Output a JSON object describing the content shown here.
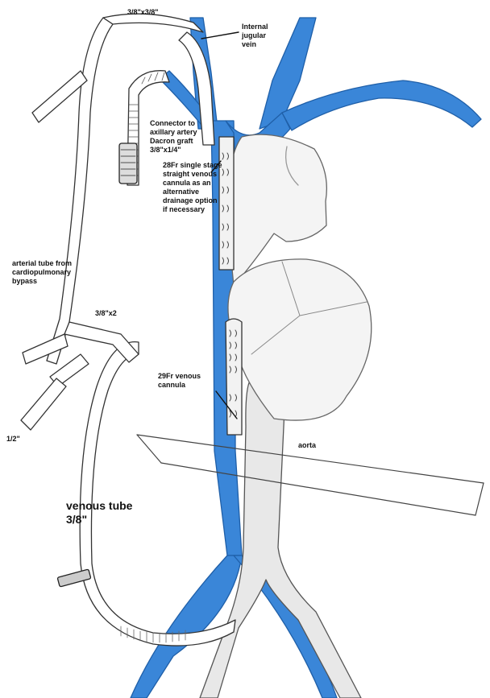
{
  "labels": {
    "top_connector": "3/8\"x3/8\"",
    "jugular": "Internal\njugular\nvein",
    "connector": "Connector to\naxillary artery\nDacron graft\n3/8\"x1/4\"",
    "cannula28": "28Fr single stage\nstraight venous\ncannula as an\nalternative\ndrainage option\nif necessary",
    "arterial_tube": "arterial tube from\ncardiopulmonary\nbypass",
    "y_connector": "3/8\"x2",
    "cannula29": "29Fr venous\ncannula",
    "half_inch": "1/2\"",
    "aorta": "aorta",
    "venous_tube": "venous tube\n3/8\""
  },
  "colors": {
    "vein_blue": "#3a86d8",
    "vein_edge": "#1f5fa8",
    "aorta_gray": "#e6e6e6",
    "line": "#222222"
  }
}
